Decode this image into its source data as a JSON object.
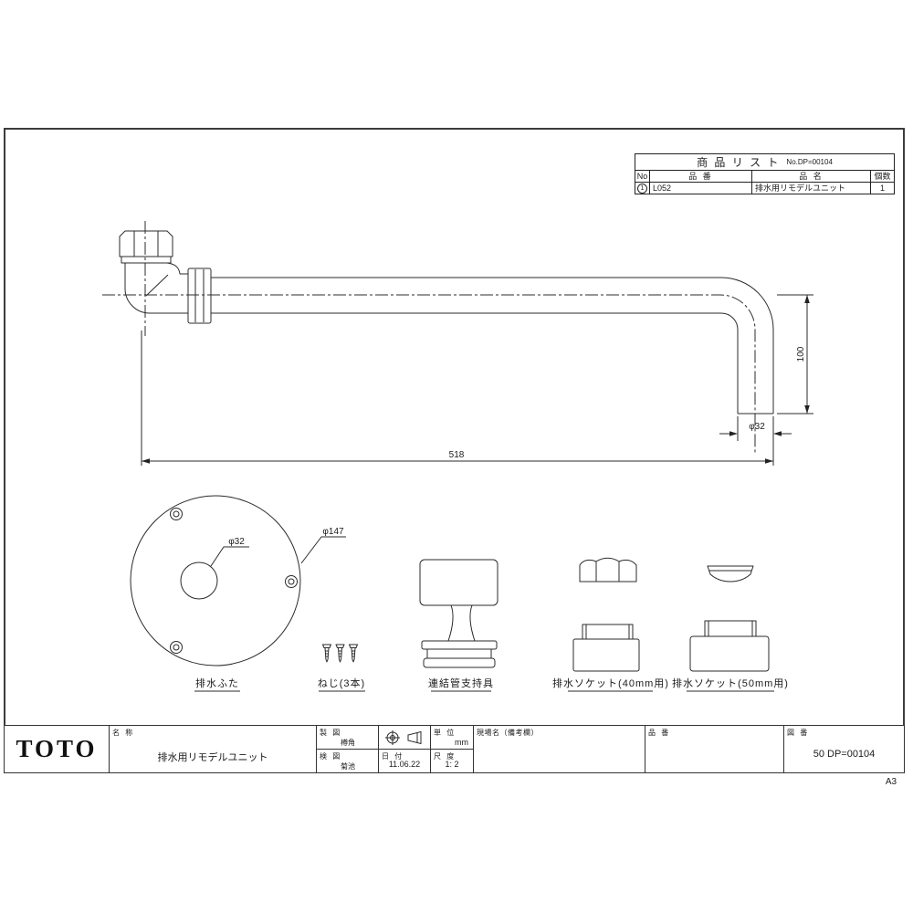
{
  "product_table": {
    "title": "商 品 リ ス ト",
    "doc_no": "No.DP=00104",
    "headers": {
      "no": "No",
      "part_no": "品  番",
      "part_name": "品  名",
      "qty": "個数"
    },
    "row": {
      "no": "1",
      "part_no": "L052",
      "part_name": "排水用リモデルユニット",
      "qty": "1"
    }
  },
  "drawing": {
    "dim_length": "518",
    "dim_height": "100",
    "dim_pipe_dia": "φ32",
    "cover_hole_dia": "φ32",
    "cover_outer_dia": "φ147",
    "cover_label": "排水ふた",
    "screws_label": "ねじ(3本)",
    "support_label": "連結管支持具",
    "socket40_label": "排水ソケット(40mm用)",
    "socket50_label": "排水ソケット(50mm用)"
  },
  "title_block": {
    "logo": "TOTO",
    "name_label": "名 称",
    "name_value": "排水用リモデルユニット",
    "drafted_label": "製 図",
    "drafted_by": "樽角",
    "checked_label": "検 図",
    "checked_by": "菊池",
    "date_label": "日 付",
    "date_value": "11.06.22",
    "unit_label": "単 位",
    "unit_value": "mm",
    "scale_label": "尺 度",
    "scale_value": "1: 2",
    "site_label": "現場名（備考欄）",
    "part_no_label": "品 番",
    "drawing_no_label": "図 番",
    "drawing_no_value": "50 DP=00104",
    "paper_size": "A3"
  }
}
